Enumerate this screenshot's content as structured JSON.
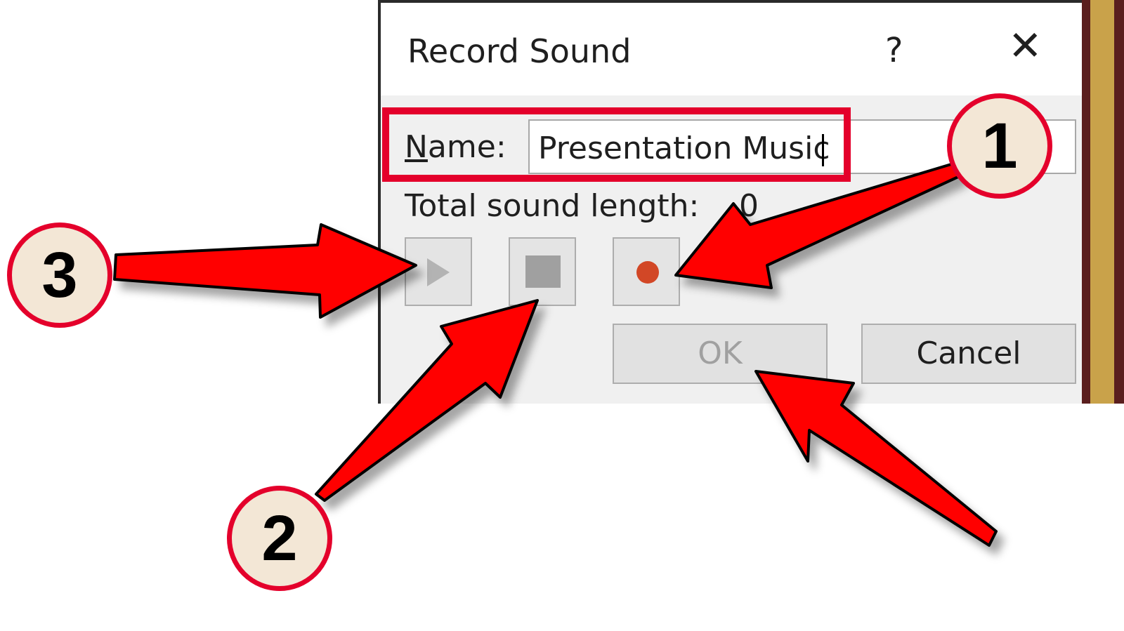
{
  "dialog": {
    "title": "Record Sound",
    "help_label": "?",
    "close_label": "✕",
    "name_mnemonic": "N",
    "name_label_rest": "ame:",
    "name_value": "Presentation Music",
    "length_label": "Total sound length:",
    "length_value": "0",
    "ok_label": "OK",
    "cancel_label": "Cancel"
  },
  "icons": {
    "play": "play-icon",
    "stop": "stop-icon",
    "record": "record-icon"
  },
  "callouts": {
    "one": "1",
    "two": "2",
    "three": "3"
  },
  "colors": {
    "highlight": "#e4002b",
    "arrow": "#ff0000",
    "record": "#d24726",
    "badge_fill": "#f3e7d6"
  }
}
